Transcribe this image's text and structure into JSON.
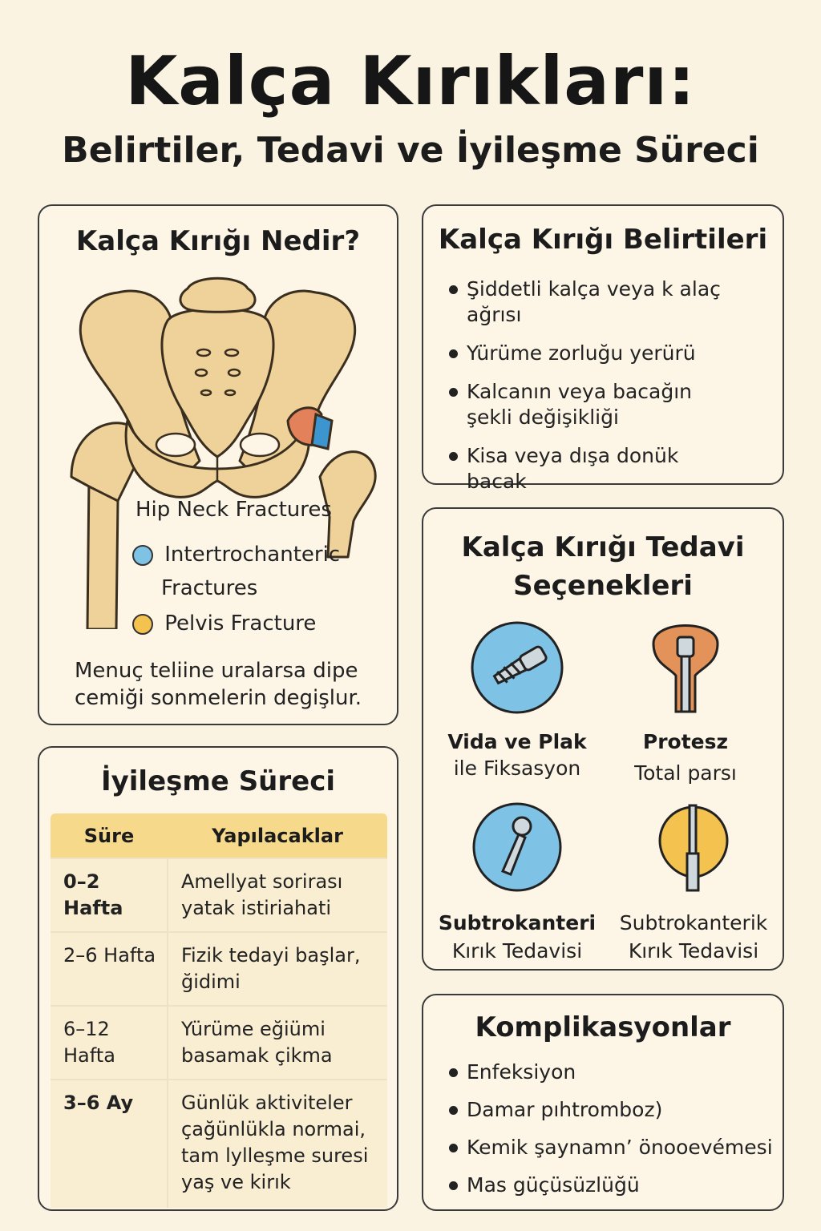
{
  "header": {
    "title": "Kalça Kırıkları:",
    "subtitle": "Belirtiler, Tedavi ve İyileşme Süreci"
  },
  "what": {
    "heading": "Kalça Kırığı Nedir?",
    "legend": [
      {
        "label": "Hip Neck Fractures",
        "color": null
      },
      {
        "label": "Intertrochanteric",
        "label2": "Fractures",
        "color": "#7ec3e6"
      },
      {
        "label": "Pelvis Fracture",
        "color": "#f4c34f"
      }
    ],
    "description": "Menuç teliine uralarsa dipe cemiği sonmelerin degişlur."
  },
  "symptoms": {
    "heading": "Kalça Kırığı Belirtileri",
    "items": [
      "Şiddetli kalça veya k alaç ağrısı",
      "Yürüme zorluğu yerürü",
      "Kalcanın veya bacağın şekli değişikliği",
      "Kisa veya dışa donük bacak"
    ]
  },
  "treatment": {
    "heading_line1": "Kalça Kırığı Tedavi",
    "heading_line2": "Seçenekleri",
    "options": [
      {
        "line1": "Vida ve Plak",
        "line2": "ile Fiksasyon",
        "icon": "screw-icon",
        "color": "#7ec3e6"
      },
      {
        "line1": "Protesz",
        "line2": "Total parsı",
        "icon": "prosthesis-icon",
        "color": "#e3925a"
      },
      {
        "line1": "Subtrokanteri",
        "line2": "Kırık Tedavisi",
        "icon": "hip-implant-icon",
        "color": "#7ec3e6"
      },
      {
        "line1": "Subtrokanterik",
        "line2": "Kırık Tedavisi",
        "icon": "nail-icon",
        "color": "#f4c34f"
      }
    ]
  },
  "healing": {
    "heading": "İyileşme Süreci",
    "columns": [
      "Süre",
      "Yapılacaklar"
    ],
    "rows": [
      {
        "period": "0–2 Hafta",
        "tasks": "Amellyat sorirası yatak istiriahati"
      },
      {
        "period": "2–6 Hafta",
        "tasks": "Fizik tedayi başlar, ğidimi"
      },
      {
        "period": "6–12 Hafta",
        "tasks": "Yürüme eğiümi basamak çikma"
      },
      {
        "period": "3–6 Ay",
        "tasks": "Günlük aktiviteler çağünlükla normai, tam lylleşme suresi yaş ve kirık"
      }
    ]
  },
  "complications": {
    "heading": "Komplikasyonlar",
    "items": [
      "Enfeksiyon",
      "Damar pıhtromboz)",
      "Kemik şaynamn’ önooevémesi",
      "Mas güçüsüzlüğü"
    ]
  }
}
